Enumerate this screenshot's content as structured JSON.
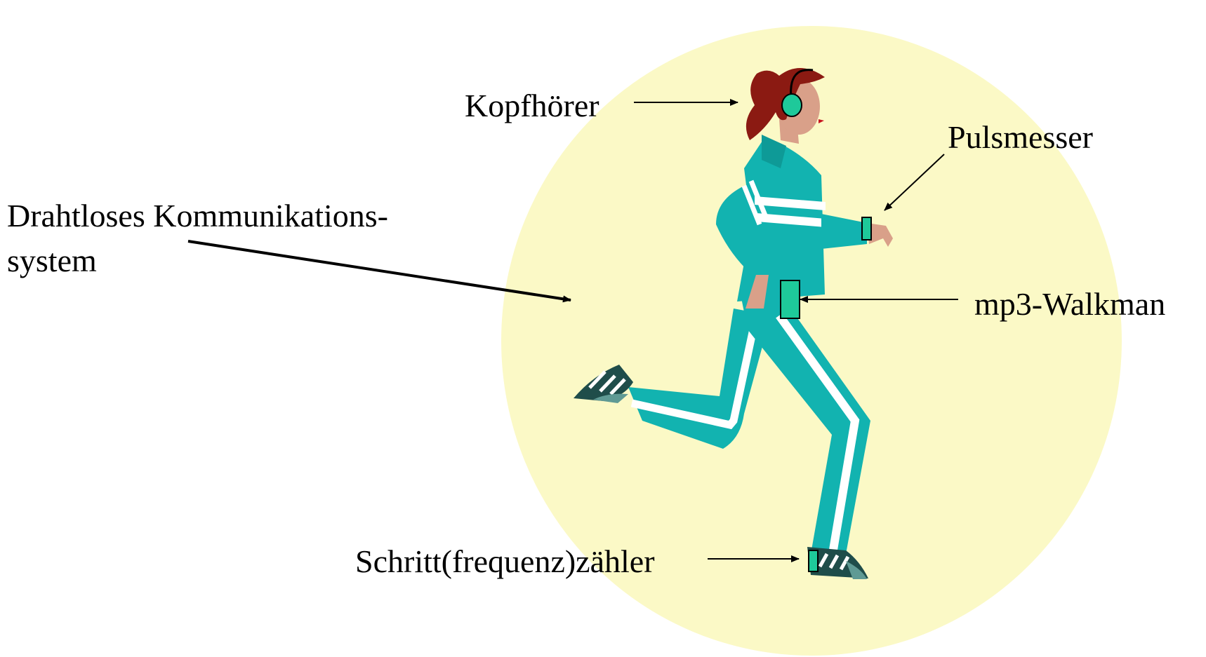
{
  "labels": {
    "headphones": "Kopfhörer",
    "pulse_meter": "Pulsmesser",
    "wireless_line1": "Drahtloses Kommunikations-",
    "wireless_line2": "system",
    "mp3_player": "mp3-Walkman",
    "step_counter": "Schritt(frequenz)zähler"
  },
  "colors": {
    "background_disc": "#fbf9c6",
    "tracksuit": "#12b3b0",
    "stripe": "#ffffff",
    "device": "#1ec99a",
    "hair": "#8b1a12",
    "skin": "#d9a089",
    "shoe": "#1f4d4a",
    "arrow": "#000000"
  }
}
